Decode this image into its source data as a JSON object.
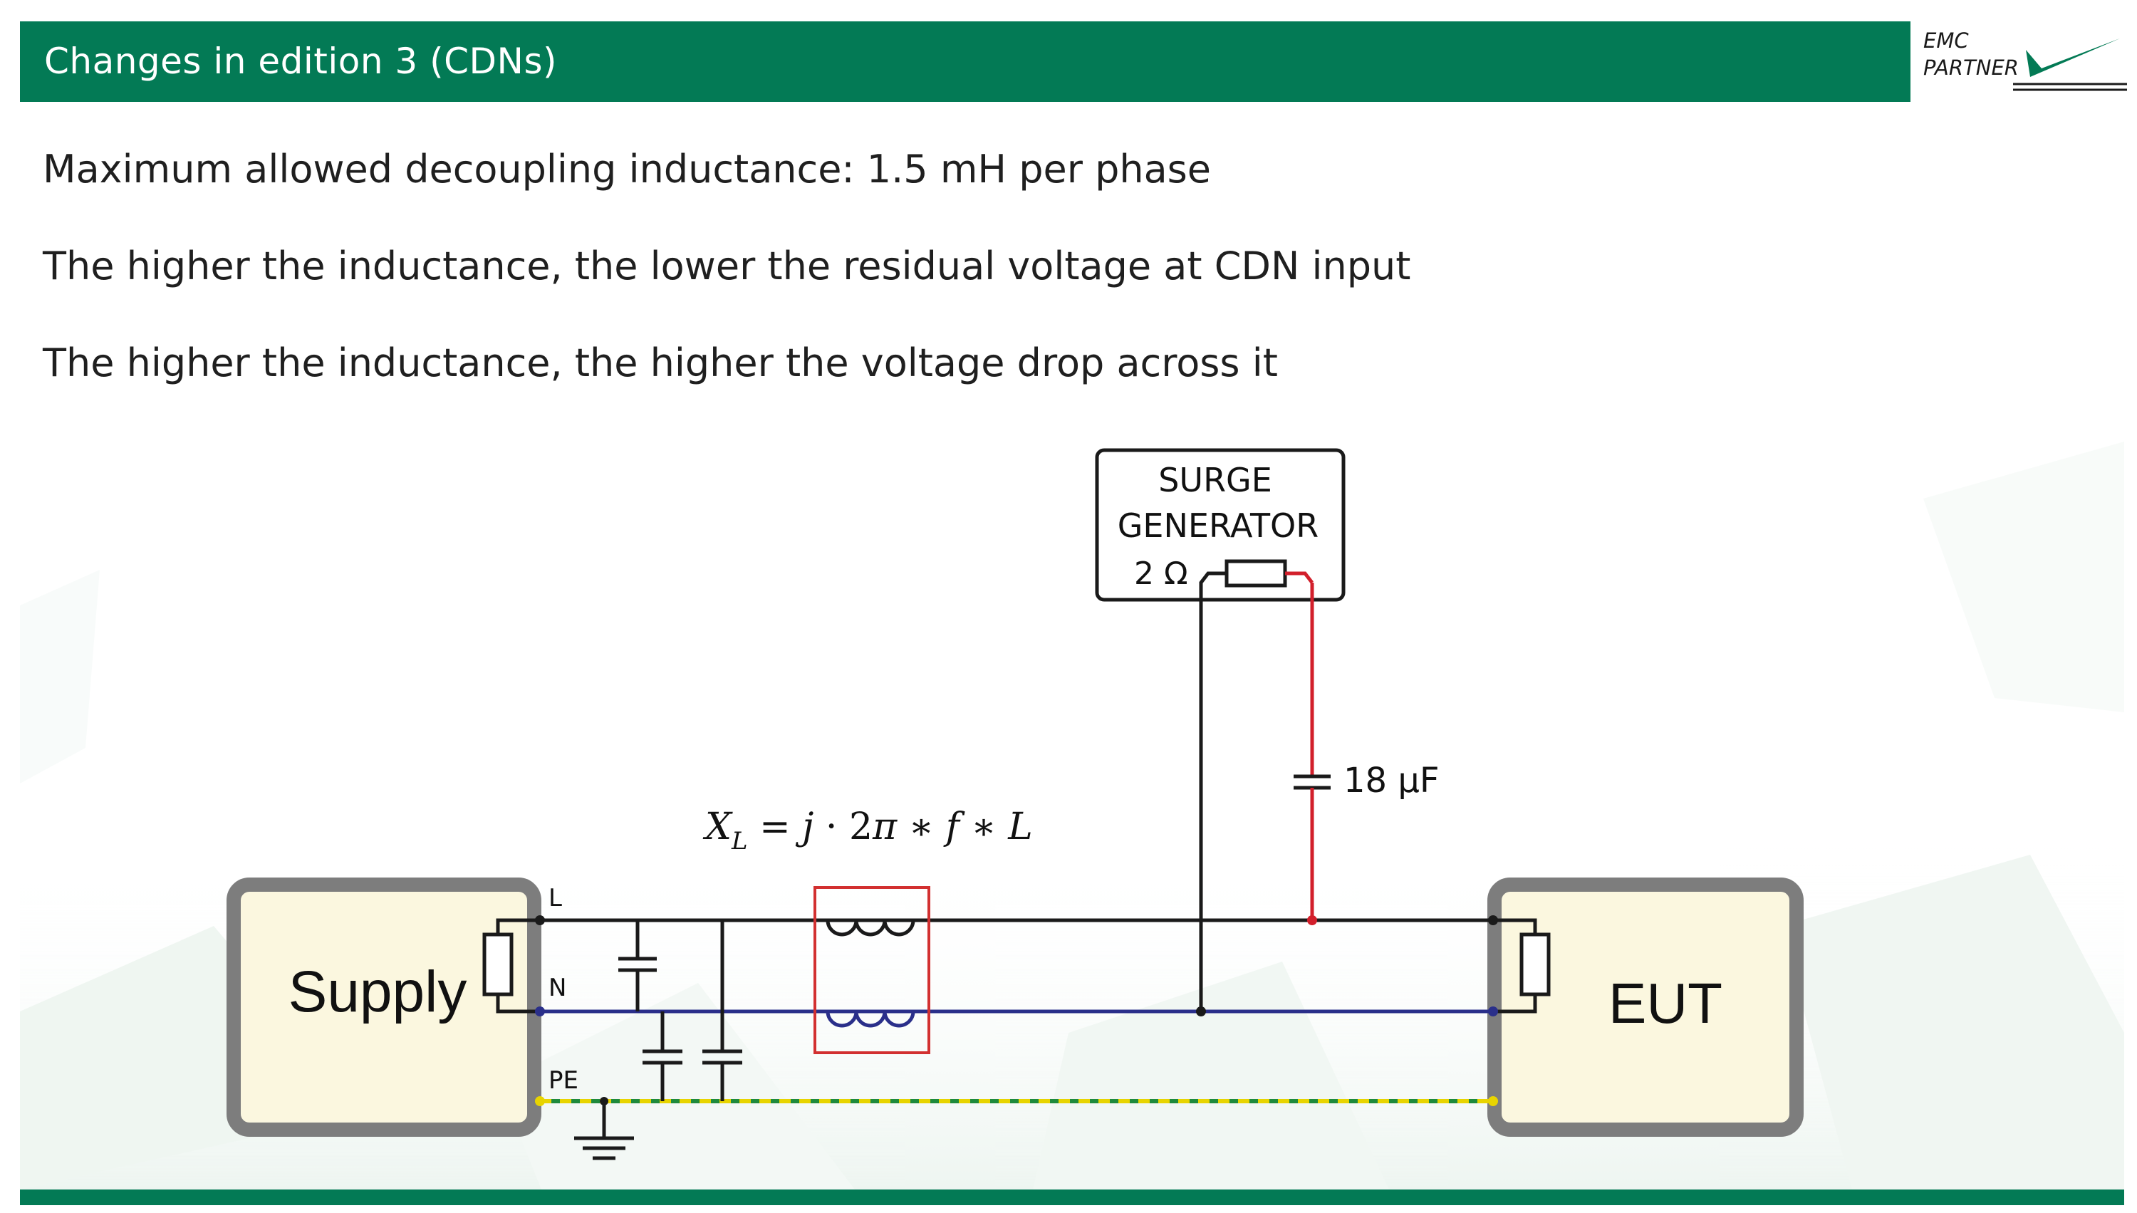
{
  "header": {
    "title": "Changes in edition 3 (CDNs)"
  },
  "logo": {
    "line1": "EMC",
    "line2": "PARTNER"
  },
  "bullets": [
    "Maximum allowed decoupling inductance: 1.5 mH per phase",
    "The higher the inductance, the lower the residual voltage at CDN input",
    "The higher the inductance, the higher the voltage drop across it"
  ],
  "diagram": {
    "supply_label": "Supply",
    "eut_label": "EUT",
    "generator_line1": "SURGE",
    "generator_line2": "GENERATOR",
    "generator_impedance": "2 Ω",
    "capacitor_label": "18 µF",
    "line_L": "L",
    "line_N": "N",
    "line_PE": "PE",
    "formula": "X_L = j · 2π ∗ f ∗ L"
  },
  "colors": {
    "brand_green": "#037a55",
    "line_black": "#1a1a1a",
    "line_blue": "#2a2f8a",
    "surge_red": "#d21f2b",
    "pe_yellow": "#e8d400",
    "box_fill": "#fbf7df",
    "box_border": "#7a7a7a",
    "highlight_red": "#d23030"
  }
}
